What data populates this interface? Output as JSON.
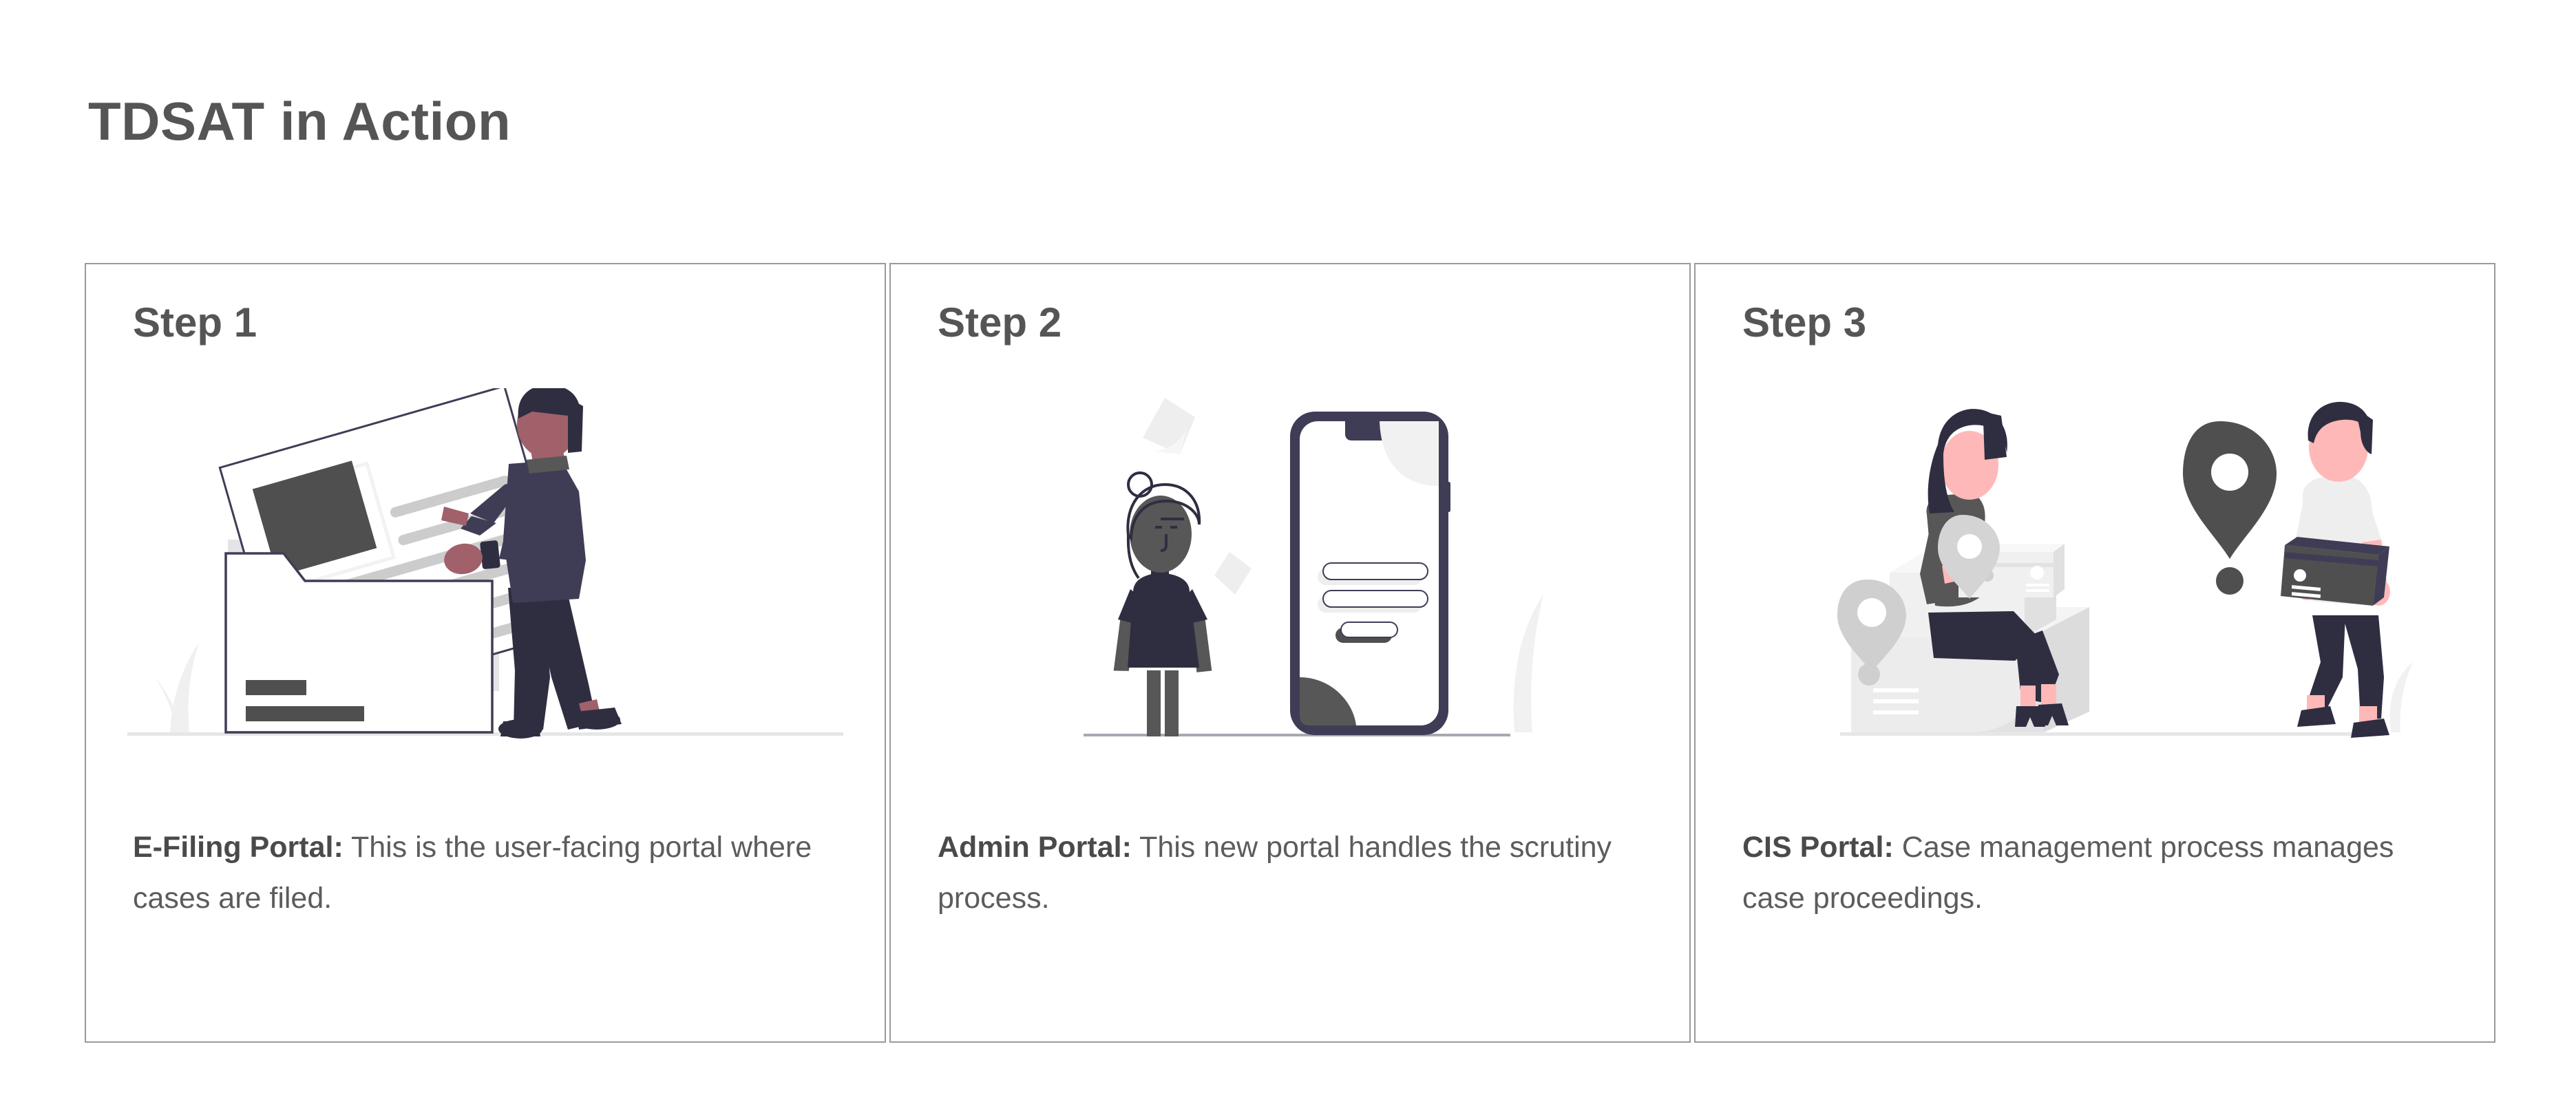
{
  "page": {
    "title": "TDSAT in Action",
    "background_color": "#ffffff",
    "heading_color": "#555555",
    "body_text_color": "#5c5c5c",
    "card_border_color": "#9a9a9e"
  },
  "cards": [
    {
      "title": "Step 1",
      "lead": "E-Filing Portal:",
      "description": " This is the user-facing portal where cases are filed.",
      "illustration_name": "person-filing-document-into-folder"
    },
    {
      "title": "Step 2",
      "lead": "Admin Portal:",
      "description": " This new portal handles the scrutiny process.",
      "illustration_name": "person-beside-smartphone-login-form"
    },
    {
      "title": "Step 3",
      "lead": "CIS Portal:",
      "description": " Case management process manages case proceedings.",
      "illustration_name": "two-people-with-boxes-and-location-pins"
    }
  ],
  "illustration_palette": {
    "dark_navy": "#2f2e41",
    "suit_navy": "#3f3d56",
    "mid_gray": "#575757",
    "light_gray": "#e6e6e6",
    "pale_gray": "#f2f2f2",
    "line_gray": "#cccccc",
    "skin_rose": "#a0616a",
    "skin_pink": "#ffb8b8",
    "white": "#ffffff"
  }
}
